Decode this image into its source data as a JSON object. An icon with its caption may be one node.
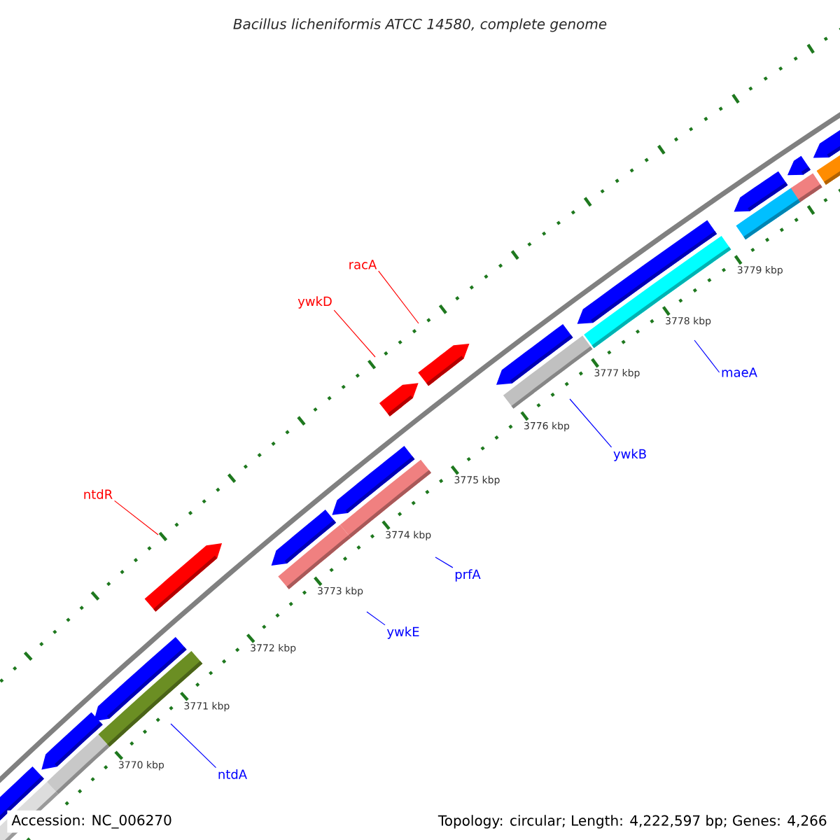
{
  "diagram": {
    "title": "Bacillus licheniformis ATCC 14580, complete genome",
    "nodes": [
      {
        "text": [
          "racA"
        ]
      },
      {
        "text": [
          "ywkD"
        ]
      },
      {
        "text": [
          "ntdR"
        ]
      },
      {
        "text": [
          "maeA"
        ]
      },
      {
        "text": [
          "ywkB"
        ]
      },
      {
        "text": [
          "prfA"
        ]
      },
      {
        "text": [
          "ywkE"
        ]
      },
      {
        "text": [
          "ntdA"
        ]
      }
    ],
    "edges": [
      {
        "from": 0,
        "to": null,
        "arrow": "none",
        "color": "#ff0000"
      },
      {
        "from": 1,
        "to": null,
        "arrow": "none",
        "color": "#ff0000"
      },
      {
        "from": 2,
        "to": null,
        "arrow": "none",
        "color": "#ff0000"
      },
      {
        "from": 3,
        "to": null,
        "arrow": "none"
      },
      {
        "from": 4,
        "to": null,
        "arrow": "none"
      },
      {
        "from": 5,
        "to": null,
        "arrow": "none"
      },
      {
        "from": 6,
        "to": null,
        "arrow": "none"
      },
      {
        "from": 7,
        "to": null,
        "arrow": "none"
      }
    ],
    "labels": [
      "3770 kbp",
      "3771 kbp",
      "3772 kbp",
      "3773 kbp",
      "3774 kbp",
      "3775 kbp",
      "3776 kbp",
      "3777 kbp",
      "3778 kbp",
      "3779 kbp",
      "Accession: NC_006270",
      "Topology: circular; Length: 4,222,597 bp; Genes: 4,266"
    ]
  }
}
